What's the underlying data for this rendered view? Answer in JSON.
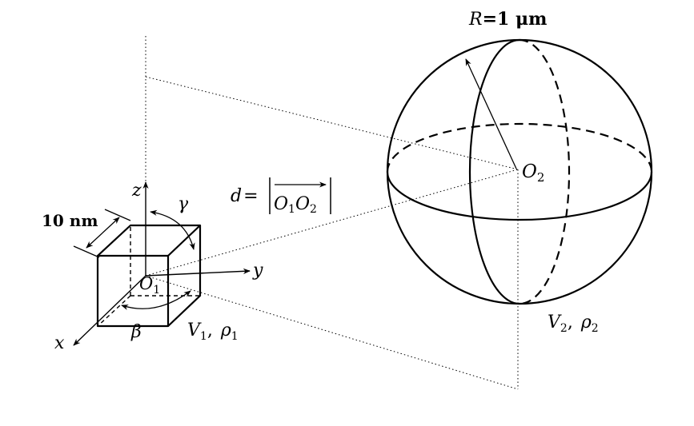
{
  "labels": {
    "radius": {
      "sym": "R",
      "eq": "=1 μm"
    },
    "o2": {
      "sym": "O",
      "sub": "2"
    },
    "distance": {
      "sym": "d",
      "eq": "=",
      "o1": "O",
      "o1_sub": "1",
      "o2": "O",
      "o2_sub": "2"
    },
    "edge_length": "10 nm",
    "z_axis": "z",
    "y_axis": "y",
    "x_axis": "x",
    "gamma": "γ",
    "beta": "β",
    "o1": {
      "sym": "O",
      "sub": "1"
    },
    "v1": {
      "sym": "V",
      "sub": "1"
    },
    "rho1": {
      "sym": "ρ",
      "sub": "1"
    },
    "v2": {
      "sym": "V",
      "sub": "2"
    },
    "rho2": {
      "sym": "ρ",
      "sub": "2"
    },
    "comma": ","
  }
}
